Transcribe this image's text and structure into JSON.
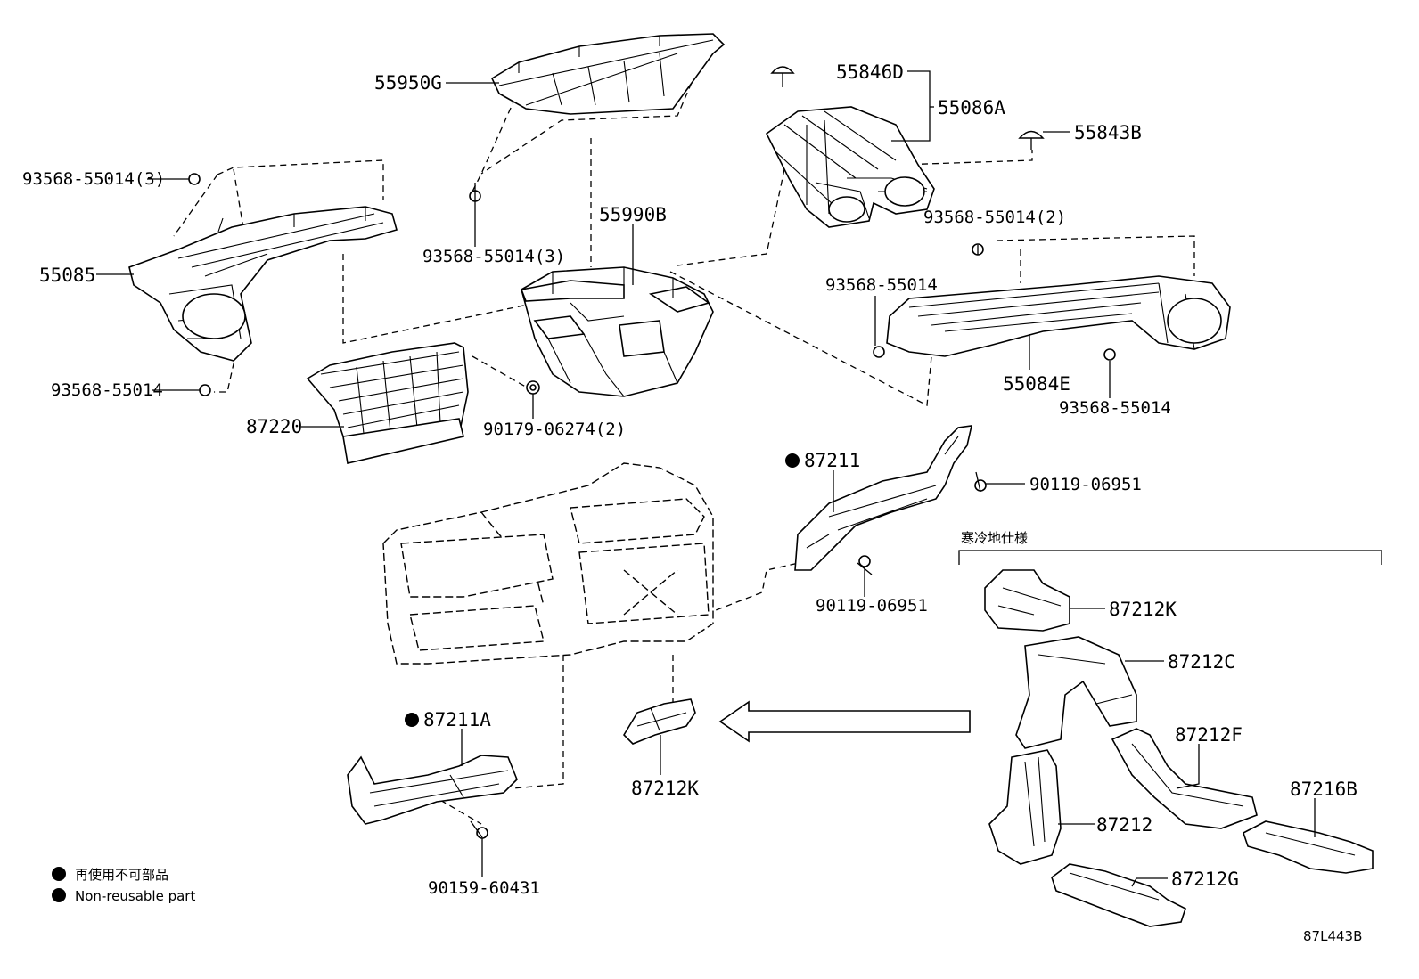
{
  "labels": {
    "p55950G": "55950G",
    "p55846D": "55846D",
    "p55086A": "55086A",
    "p55843B": "55843B",
    "p93568_3a": "93568-55014(3)",
    "p93568_3b": "93568-55014(3)",
    "p55990B": "55990B",
    "p55085": "55085",
    "p93568_2": "93568-55014(2)",
    "p93568_r1": "93568-55014",
    "p93568_l": "93568-55014",
    "p55084E": "55084E",
    "p93568_r2": "93568-55014",
    "p87220": "87220",
    "p90179": "90179-06274(2)",
    "p87211": "87211",
    "p90119a": "90119-06951",
    "p90119b": "90119-06951",
    "p87212K_r": "87212K",
    "p87212C": "87212C",
    "p87212F": "87212F",
    "p87216B": "87216B",
    "p87212": "87212",
    "p87212G": "87212G",
    "p87211A": "87211A",
    "p87212K_c": "87212K",
    "p90159": "90159-60431"
  },
  "cold_region_spec": "寒冷地仕様",
  "legend": {
    "jp": "再使用不可部品",
    "en": "Non-reusable part"
  },
  "diagram_code": "87L443B"
}
